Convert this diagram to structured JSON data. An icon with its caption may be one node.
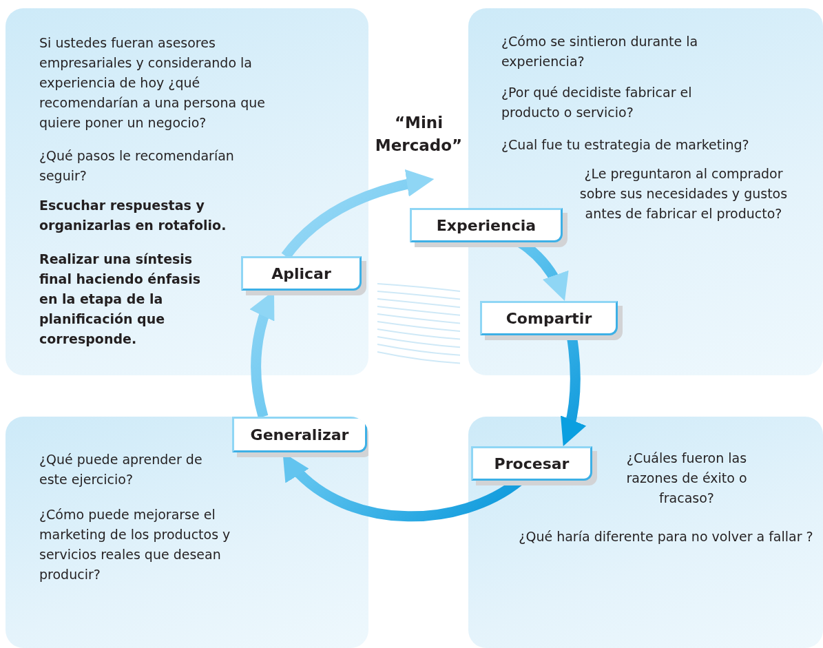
{
  "diagram": {
    "nodes": [
      {
        "text": [
          "Si ustedes fueran asesores empresariales y considerando la experiencia de hoy ¿qué recomendarían a una persona que quiere poner un negocio?",
          "¿Qué pasos le recomendarían seguir?",
          "Escuchar respuestas y organizarlas en rotafolio.",
          "Realizar una síntesis final haciendo énfasis en la etapa de la planificación que corresponde."
        ]
      },
      {
        "text": [
          "¿Cómo se sintieron durante la experiencia?",
          "¿Por qué decidiste fabricar el producto o servicio?",
          "¿Cual fue tu estrategia de marketing?",
          "¿Le preguntaron al comprador sobre sus necesidades y gustos antes de fabricar el producto?"
        ]
      },
      {
        "text": [
          "¿Qué puede aprender de este ejercicio?",
          "¿Cómo puede mejorarse el marketing de los productos y servicios reales que desean producir?"
        ]
      },
      {
        "text": [
          "¿Cuáles fueron las razones de éxito o fracaso?",
          "¿Qué haría diferente para no volver a fallar ?"
        ]
      },
      {
        "text": [
          "“Mini Mercado”"
        ]
      },
      {
        "text": [
          "Experiencia"
        ]
      },
      {
        "text": [
          "Compartir"
        ],
        "in": 1
      },
      {
        "text": [
          "Procesar"
        ],
        "in": 3
      },
      {
        "text": [
          "Generalizar"
        ],
        "in": 2
      },
      {
        "text": [
          "Aplicar"
        ],
        "in": 0
      }
    ],
    "edges": [
      {
        "from": 9,
        "to": 4,
        "arrow": "to"
      },
      {
        "from": 5,
        "to": 6,
        "arrow": "to"
      },
      {
        "from": 6,
        "to": 7,
        "arrow": "to"
      },
      {
        "from": 7,
        "to": 8,
        "arrow": "to"
      },
      {
        "from": 8,
        "to": 9,
        "arrow": "to"
      }
    ]
  }
}
